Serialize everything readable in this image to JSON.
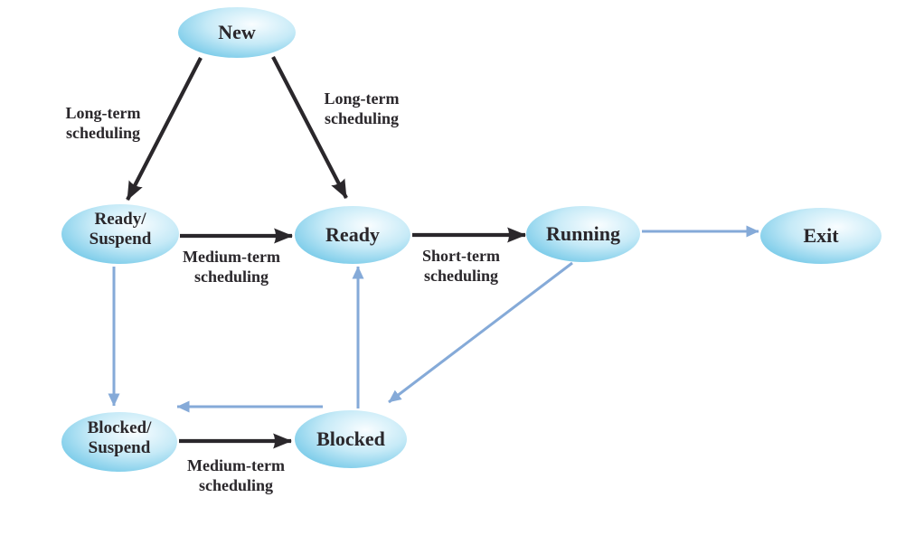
{
  "colors": {
    "background": "#ffffff",
    "ink": "#2a272b",
    "arrow_blue": "#85aad8",
    "node_gradient_center": "#f9fdff",
    "node_gradient_mid": "#c6eaf7",
    "node_gradient_edge": "#5ec0e4"
  },
  "nodes": {
    "new": {
      "label": "New"
    },
    "ready_suspend": {
      "label_line1": "Ready/",
      "label_line2": "Suspend"
    },
    "ready": {
      "label": "Ready"
    },
    "running": {
      "label": "Running"
    },
    "exit": {
      "label": "Exit"
    },
    "blocked_suspend": {
      "label_line1": "Blocked/",
      "label_line2": "Suspend"
    },
    "blocked": {
      "label": "Blocked"
    }
  },
  "edge_labels": {
    "long_term_left": {
      "line1": "Long-term",
      "line2": "scheduling"
    },
    "long_term_right": {
      "line1": "Long-term",
      "line2": "scheduling"
    },
    "medium_term_top": {
      "line1": "Medium-term",
      "line2": "scheduling"
    },
    "short_term": {
      "line1": "Short-term",
      "line2": "scheduling"
    },
    "medium_term_bottom": {
      "line1": "Medium-term",
      "line2": "scheduling"
    }
  },
  "edges": [
    {
      "from": "New",
      "to": "Ready/Suspend",
      "style": "black",
      "label": "Long-term scheduling"
    },
    {
      "from": "New",
      "to": "Ready",
      "style": "black",
      "label": "Long-term scheduling"
    },
    {
      "from": "Ready/Suspend",
      "to": "Ready",
      "style": "black",
      "label": "Medium-term scheduling"
    },
    {
      "from": "Ready",
      "to": "Running",
      "style": "black",
      "label": "Short-term scheduling"
    },
    {
      "from": "Blocked/Suspend",
      "to": "Blocked",
      "style": "black",
      "label": "Medium-term scheduling"
    },
    {
      "from": "Running",
      "to": "Exit",
      "style": "blue",
      "label": ""
    },
    {
      "from": "Ready/Suspend",
      "to": "Blocked/Suspend",
      "style": "blue",
      "label": ""
    },
    {
      "from": "Blocked",
      "to": "Ready",
      "style": "blue",
      "label": ""
    },
    {
      "from": "Running",
      "to": "Blocked",
      "style": "blue",
      "label": ""
    },
    {
      "from": "Blocked",
      "to": "Blocked/Suspend",
      "style": "blue",
      "label": ""
    }
  ]
}
